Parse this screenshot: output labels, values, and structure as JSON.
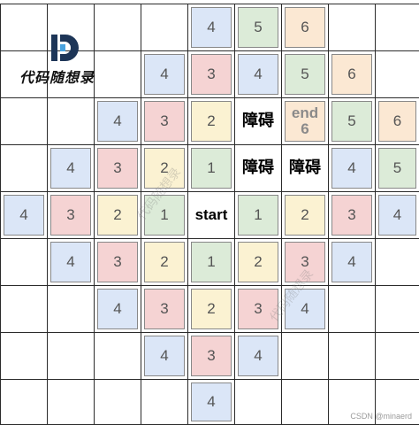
{
  "logo": {
    "text": "代码随想录"
  },
  "watermarks": [
    {
      "text": "代码随想录"
    },
    {
      "text": "代码随想录"
    }
  ],
  "credit": "CSDN @minaerd",
  "colors": {
    "d1": "#dcebd8",
    "d2": "#fbf2d2",
    "d3": "#f5d3d3",
    "d4": "#dbe6f7",
    "d5": "#dcebd8",
    "d6": "#fbe8d3",
    "line": "#2b2b2b"
  },
  "grid": {
    "rows": [
      [
        null,
        null,
        null,
        null,
        {
          "t": "4",
          "c": "d4"
        },
        {
          "t": "5",
          "c": "d5"
        },
        {
          "t": "6",
          "c": "d6"
        },
        null,
        null
      ],
      [
        null,
        null,
        null,
        {
          "t": "4",
          "c": "d4"
        },
        {
          "t": "3",
          "c": "d3"
        },
        {
          "t": "4",
          "c": "d4"
        },
        {
          "t": "5",
          "c": "d5"
        },
        {
          "t": "6",
          "c": "d6"
        },
        null
      ],
      [
        null,
        null,
        {
          "t": "4",
          "c": "d4"
        },
        {
          "t": "3",
          "c": "d3"
        },
        {
          "t": "2",
          "c": "d2"
        },
        {
          "t": "障碍",
          "k": "wall"
        },
        {
          "t": "end 6",
          "k": "end",
          "c": "d6"
        },
        {
          "t": "5",
          "c": "d5"
        },
        {
          "t": "6",
          "c": "d6"
        }
      ],
      [
        null,
        {
          "t": "4",
          "c": "d4"
        },
        {
          "t": "3",
          "c": "d3"
        },
        {
          "t": "2",
          "c": "d2"
        },
        {
          "t": "1",
          "c": "d1"
        },
        {
          "t": "障碍",
          "k": "wall"
        },
        {
          "t": "障碍",
          "k": "wall"
        },
        {
          "t": "4",
          "c": "d4"
        },
        {
          "t": "5",
          "c": "d5"
        }
      ],
      [
        {
          "t": "4",
          "c": "d4"
        },
        {
          "t": "3",
          "c": "d3"
        },
        {
          "t": "2",
          "c": "d2"
        },
        {
          "t": "1",
          "c": "d1"
        },
        {
          "t": "start",
          "k": "start"
        },
        {
          "t": "1",
          "c": "d1"
        },
        {
          "t": "2",
          "c": "d2"
        },
        {
          "t": "3",
          "c": "d3"
        },
        {
          "t": "4",
          "c": "d4"
        }
      ],
      [
        null,
        {
          "t": "4",
          "c": "d4"
        },
        {
          "t": "3",
          "c": "d3"
        },
        {
          "t": "2",
          "c": "d2"
        },
        {
          "t": "1",
          "c": "d1"
        },
        {
          "t": "2",
          "c": "d2"
        },
        {
          "t": "3",
          "c": "d3"
        },
        {
          "t": "4",
          "c": "d4"
        },
        null
      ],
      [
        null,
        null,
        {
          "t": "4",
          "c": "d4"
        },
        {
          "t": "3",
          "c": "d3"
        },
        {
          "t": "2",
          "c": "d2"
        },
        {
          "t": "3",
          "c": "d3"
        },
        {
          "t": "4",
          "c": "d4"
        },
        null,
        null
      ],
      [
        null,
        null,
        null,
        {
          "t": "4",
          "c": "d4"
        },
        {
          "t": "3",
          "c": "d3"
        },
        {
          "t": "4",
          "c": "d4"
        },
        null,
        null,
        null
      ],
      [
        null,
        null,
        null,
        null,
        {
          "t": "4",
          "c": "d4"
        },
        null,
        null,
        null,
        null
      ]
    ]
  }
}
